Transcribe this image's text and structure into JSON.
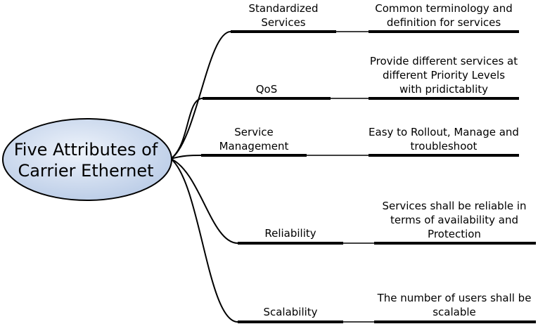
{
  "root": {
    "lines": [
      "Five Attributes of",
      "Carrier Ethernet"
    ]
  },
  "branches": [
    {
      "name": "standardized-services",
      "label": [
        "Standardized",
        "Services"
      ],
      "detail": [
        "Common terminology and",
        "definition for services"
      ]
    },
    {
      "name": "qos",
      "label": [
        "QoS"
      ],
      "detail": [
        "Provide different services at",
        "different Priority Levels",
        "with pridictablity"
      ]
    },
    {
      "name": "service-management",
      "label": [
        "Service",
        "Management"
      ],
      "detail": [
        "Easy to Rollout, Manage and",
        "troubleshoot"
      ]
    },
    {
      "name": "reliability",
      "label": [
        "Reliability"
      ],
      "detail": [
        "Services shall be reliable in",
        "terms of availability and",
        "Protection"
      ]
    },
    {
      "name": "scalability",
      "label": [
        "Scalability"
      ],
      "detail": [
        "The number of users shall be",
        "scalable"
      ]
    }
  ],
  "colors": {
    "line": "#000000",
    "node_fill_light": "#eef3fb",
    "node_fill_dark": "#b9cbe6",
    "node_stroke": "#000000"
  }
}
